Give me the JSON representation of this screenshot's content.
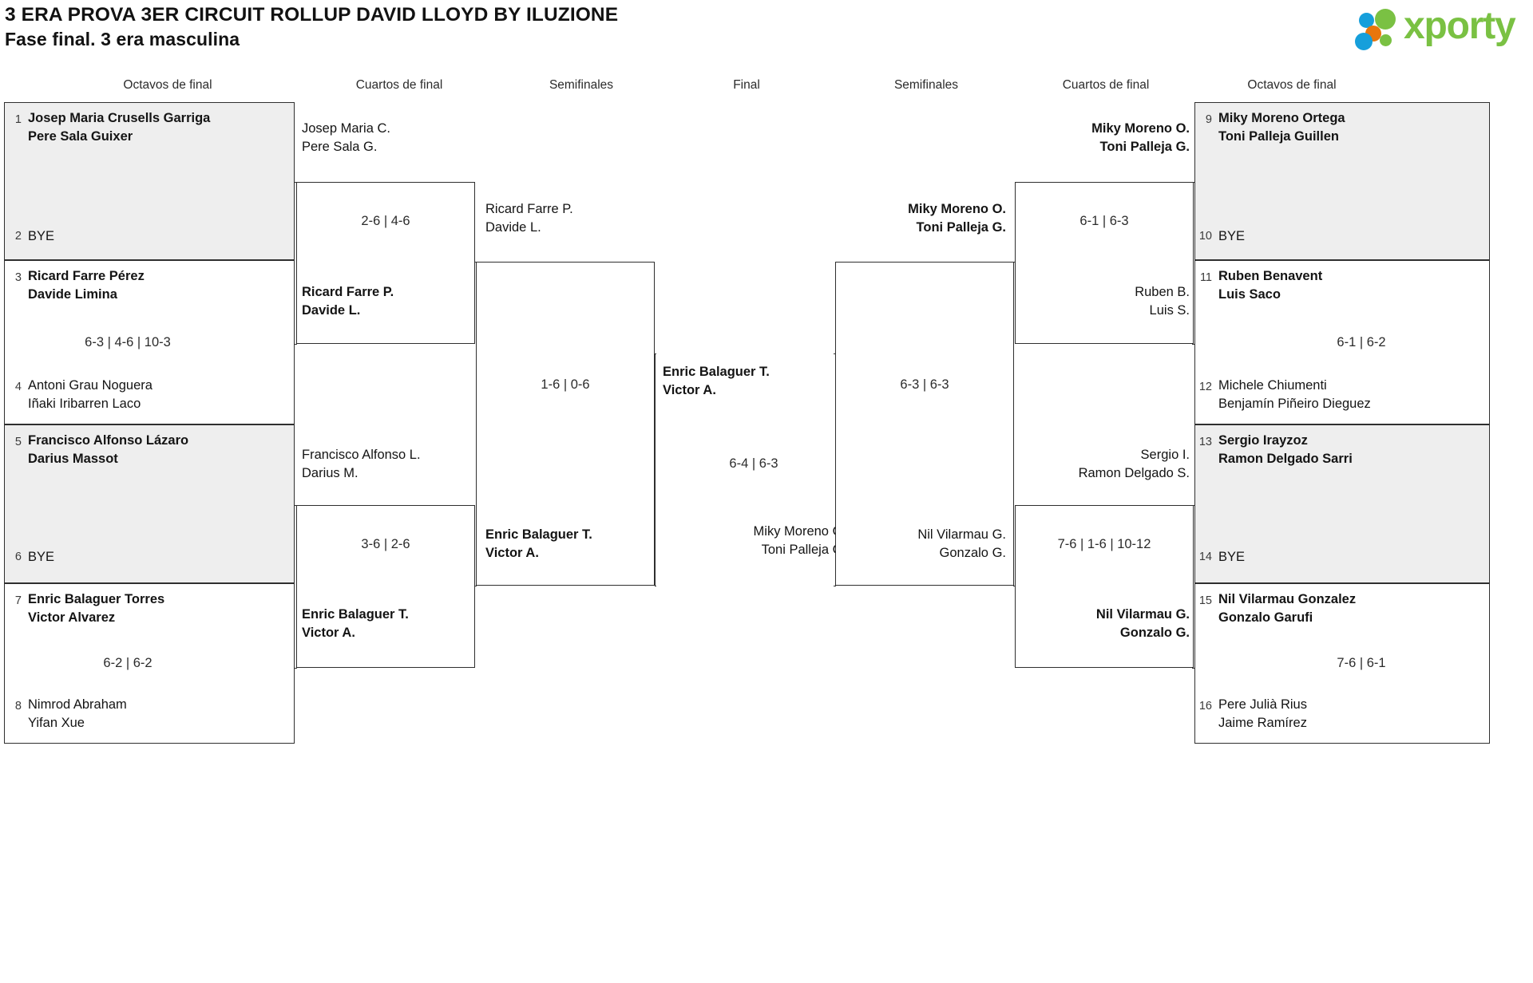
{
  "header": {
    "title": "3 ERA PROVA 3ER CIRCUIT ROLLUP DAVID LLOYD BY ILUZIONE",
    "subtitle": "Fase final. 3 era masculina"
  },
  "logo": {
    "word": "xporty",
    "colors": {
      "green": "#7ac143",
      "blue": "#169fdb",
      "orange": "#e8760c"
    }
  },
  "round_headers": {
    "left_r16": "Octavos de final",
    "left_qf": "Cuartos de final",
    "left_sf": "Semifinales",
    "final": "Final",
    "right_sf": "Semifinales",
    "right_qf": "Cuartos de final",
    "right_r16": "Octavos de final"
  },
  "bracket": {
    "left_r16": [
      {
        "seed": "1",
        "line1": "Josep Maria Crusells Garriga",
        "line2": "Pere Sala Guixer",
        "winner": true
      },
      {
        "seed": "2",
        "line1": "BYE",
        "line2": "",
        "winner": false
      },
      {
        "seed": "3",
        "line1": "Ricard Farre Pérez",
        "line2": "Davide Limina",
        "winner": true
      },
      {
        "seed": "4",
        "line1": "Antoni Grau Noguera",
        "line2": "Iñaki Iribarren Laco",
        "winner": false
      },
      {
        "seed": "5",
        "line1": "Francisco Alfonso Lázaro",
        "line2": "Darius Massot",
        "winner": true
      },
      {
        "seed": "6",
        "line1": "BYE",
        "line2": "",
        "winner": false
      },
      {
        "seed": "7",
        "line1": "Enric Balaguer Torres",
        "line2": "Victor Alvarez",
        "winner": true
      },
      {
        "seed": "8",
        "line1": "Nimrod Abraham",
        "line2": "Yifan Xue",
        "winner": false
      }
    ],
    "left_r16_scores": [
      "",
      "6-3 | 4-6 | 10-3",
      "",
      "6-2 | 6-2"
    ],
    "left_qf": [
      {
        "line1": "Josep Maria C.",
        "line2": "Pere Sala G.",
        "winner": false
      },
      {
        "line1": "Ricard Farre P.",
        "line2": "Davide L.",
        "winner": true
      },
      {
        "line1": "Francisco Alfonso L.",
        "line2": "Darius M.",
        "winner": false
      },
      {
        "line1": "Enric Balaguer T.",
        "line2": "Victor A.",
        "winner": true
      }
    ],
    "left_qf_scores": [
      "2-6 | 4-6",
      "3-6 | 2-6"
    ],
    "left_sf": [
      {
        "line1": "Ricard Farre P.",
        "line2": "Davide L.",
        "winner": false
      },
      {
        "line1": "Enric Balaguer T.",
        "line2": "Victor A.",
        "winner": true
      }
    ],
    "left_sf_score": "1-6 | 0-6",
    "final": [
      {
        "line1": "Enric Balaguer T.",
        "line2": "Victor A.",
        "winner": true
      },
      {
        "line1": "Miky Moreno O.",
        "line2": "Toni Palleja G.",
        "winner": false
      }
    ],
    "final_score": "6-4 | 6-3",
    "right_sf": [
      {
        "line1": "Miky Moreno O.",
        "line2": "Toni Palleja G.",
        "winner": true
      },
      {
        "line1": "Nil Vilarmau G.",
        "line2": "Gonzalo G.",
        "winner": false
      }
    ],
    "right_sf_score": "6-3 | 6-3",
    "right_qf": [
      {
        "line1": "Miky Moreno O.",
        "line2": "Toni Palleja G.",
        "winner": true
      },
      {
        "line1": "Ruben B.",
        "line2": "Luis S.",
        "winner": false
      },
      {
        "line1": "Sergio I.",
        "line2": "Ramon Delgado S.",
        "winner": false
      },
      {
        "line1": "Nil Vilarmau G.",
        "line2": "Gonzalo G.",
        "winner": true
      }
    ],
    "right_qf_scores": [
      "6-1 | 6-3",
      "7-6 | 1-6 | 10-12"
    ],
    "right_r16": [
      {
        "seed": "9",
        "line1": "Miky Moreno Ortega",
        "line2": "Toni Palleja Guillen",
        "winner": true
      },
      {
        "seed": "10",
        "line1": "BYE",
        "line2": "",
        "winner": false
      },
      {
        "seed": "11",
        "line1": "Ruben Benavent",
        "line2": "Luis Saco",
        "winner": true
      },
      {
        "seed": "12",
        "line1": "Michele Chiumenti",
        "line2": "Benjamín Piñeiro Dieguez",
        "winner": false
      },
      {
        "seed": "13",
        "line1": "Sergio Irayzoz",
        "line2": "Ramon Delgado Sarri",
        "winner": true
      },
      {
        "seed": "14",
        "line1": "BYE",
        "line2": "",
        "winner": false
      },
      {
        "seed": "15",
        "line1": "Nil Vilarmau Gonzalez",
        "line2": "Gonzalo Garufi",
        "winner": true
      },
      {
        "seed": "16",
        "line1": "Pere Julià Rius",
        "line2": "Jaime Ramírez",
        "winner": false
      }
    ],
    "right_r16_scores": [
      "",
      "6-1 | 6-2",
      "",
      "7-6 | 6-1"
    ]
  }
}
